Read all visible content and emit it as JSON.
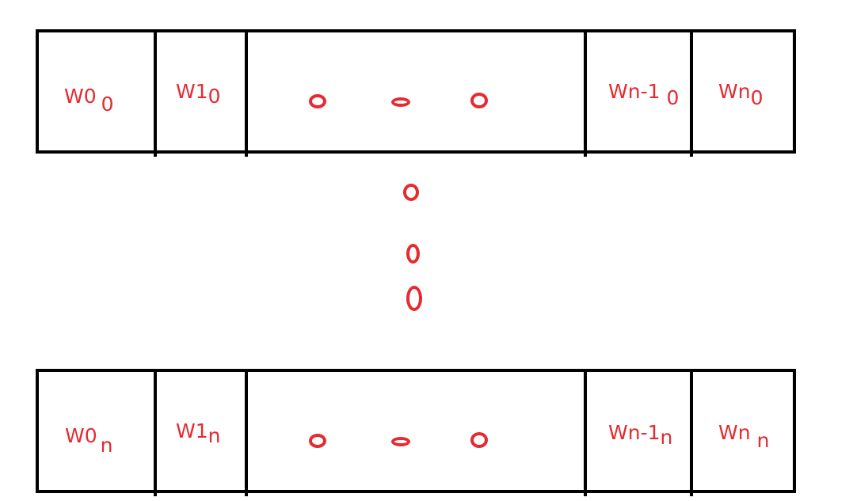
{
  "top_row": {
    "cells": [
      {
        "base": "W0",
        "sub": "0"
      },
      {
        "base": "W1",
        "sub": "0"
      },
      {
        "base": "Wn-1",
        "sub": "0"
      },
      {
        "base": "Wn",
        "sub": "0"
      }
    ]
  },
  "bottom_row": {
    "cells": [
      {
        "base": "W0",
        "sub": "n"
      },
      {
        "base": "W1",
        "sub": "n"
      },
      {
        "base": "Wn-1",
        "sub": "n"
      },
      {
        "base": "Wn",
        "sub": "n"
      }
    ]
  },
  "colors": {
    "ink": "#000000",
    "annotation": "#e52a30"
  }
}
